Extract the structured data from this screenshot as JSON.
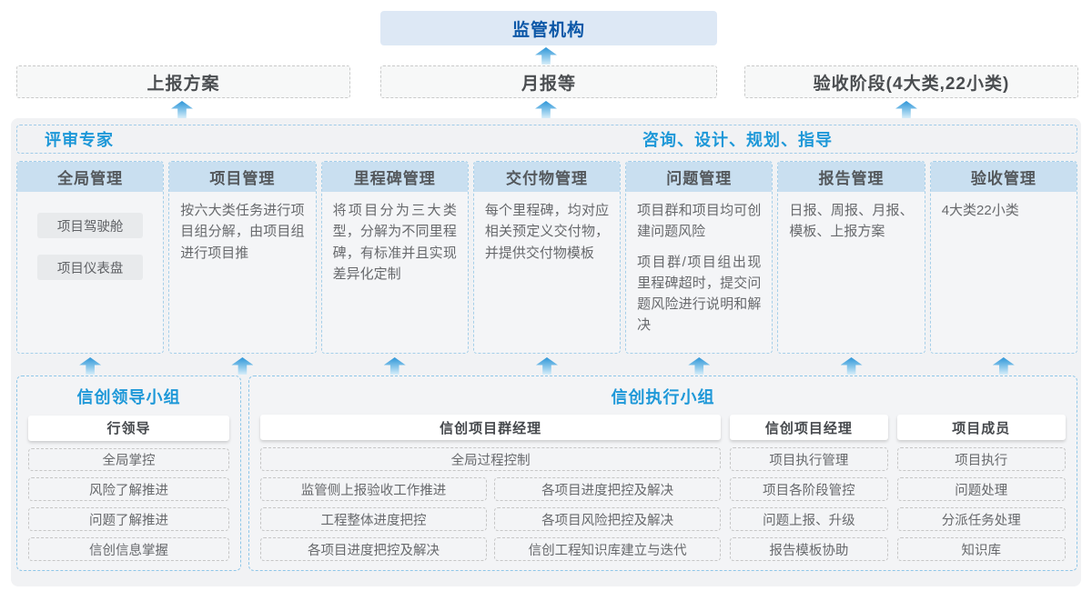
{
  "top": {
    "regulator_label": "监管机构"
  },
  "report_row": {
    "plan_label": "上报方案",
    "monthly_label": "月报等",
    "acceptance_label": "验收阶段(4大类,22小类)"
  },
  "panel": {
    "experts_label": "评审专家",
    "guidance_label": "咨询、设计、规划、指导",
    "columns": [
      {
        "title": "全局管理",
        "boxes": [
          "项目驾驶舱",
          "项目仪表盘"
        ]
      },
      {
        "title": "项目管理",
        "paragraphs": [
          "按六大类任务进行项目组分解，由项目组进行项目推"
        ]
      },
      {
        "title": "里程碑管理",
        "paragraphs": [
          "将项目分为三大类型，分解为不同里程碑，有标准并且实现差异化定制"
        ]
      },
      {
        "title": "交付物管理",
        "paragraphs": [
          "每个里程碑，均对应相关预定义交付物，并提供交付物模板"
        ]
      },
      {
        "title": "问题管理",
        "paragraphs": [
          "项目群和项目均可创建问题风险",
          "项目群/项目组出现里程碑超时，提交问题风险进行说明和解决"
        ]
      },
      {
        "title": "报告管理",
        "paragraphs": [
          "日报、周报、月报、模板、上报方案"
        ]
      },
      {
        "title": "验收管理",
        "paragraphs": [
          "4大类22小类"
        ]
      }
    ]
  },
  "bottom": {
    "leader_group": {
      "title": "信创领导小组",
      "role": "行领导",
      "items": [
        "全局掌控",
        "风险了解推进",
        "问题了解推进",
        "信创信息掌握"
      ]
    },
    "exec_group": {
      "title": "信创执行小组",
      "program_manager": {
        "role": "信创项目群经理",
        "full_item": "全局过程控制",
        "left_items": [
          "监管侧上报验收工作推进",
          "工程整体进度把控",
          "各项目进度把控及解决"
        ],
        "right_items": [
          "各项目进度把控及解决",
          "各项目风险把控及解决",
          "信创工程知识库建立与迭代"
        ]
      },
      "project_manager": {
        "role": "信创项目经理",
        "items": [
          "项目执行管理",
          "项目各阶段管控",
          "问题上报、升级",
          "报告模板协助"
        ]
      },
      "member": {
        "role": "项目成员",
        "items": [
          "项目执行",
          "问题处理",
          "分派任务处理",
          "知识库"
        ]
      }
    }
  },
  "colors": {
    "accent_blue": "#1e98d8",
    "dark_blue": "#0b57a7",
    "column_header_fill": "#c9dff0",
    "regulator_fill": "#dde8f5",
    "panel_fill": "#f1f2f4",
    "arrow_blue": "#2d95d8"
  }
}
